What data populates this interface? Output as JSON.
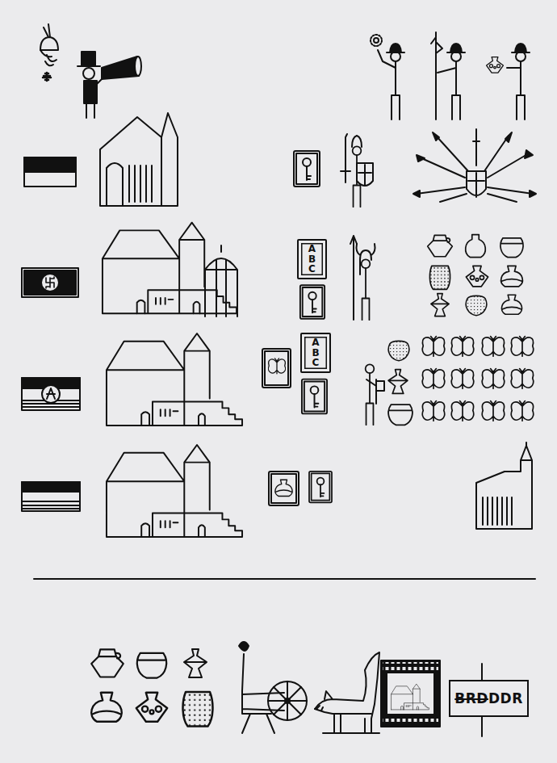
{
  "diagram": {
    "nodes": [
      {
        "text": [
          "A B C"
        ]
      },
      {
        "text": [
          "A B C"
        ]
      },
      {
        "text": [
          "BRD",
          "DDR"
        ]
      }
    ]
  }
}
